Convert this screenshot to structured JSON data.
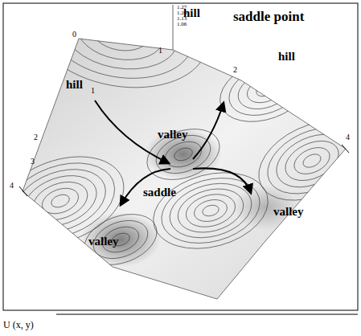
{
  "diagram": {
    "title": "saddle point",
    "caption": "U (x, y)",
    "labels": [
      "1.27",
      "1.20",
      "1.13",
      "1.06",
      "hill",
      "hill",
      "hill",
      "valley",
      "saddle",
      "valley",
      "valley",
      "0",
      "1",
      "1",
      "2",
      "2",
      "3",
      "4",
      "4"
    ]
  }
}
